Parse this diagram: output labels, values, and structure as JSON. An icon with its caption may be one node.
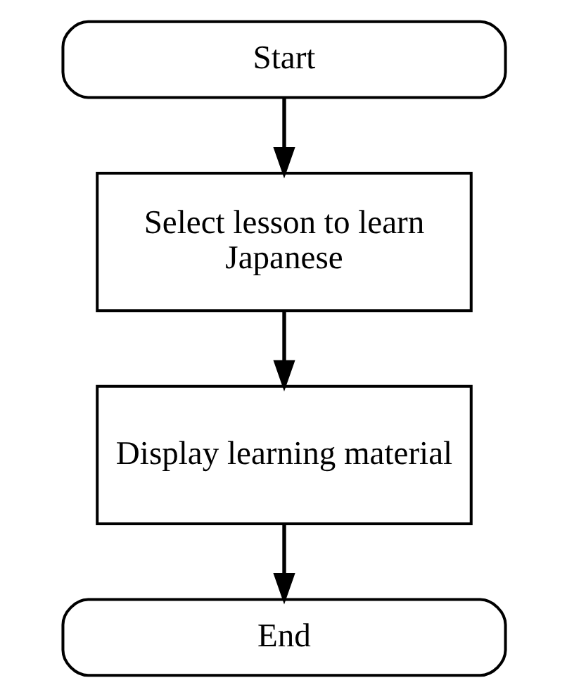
{
  "diagram": {
    "nodes": [
      {
        "text": [
          "Start"
        ]
      },
      {
        "text": [
          "Select lesson to learn Japanese"
        ]
      },
      {
        "text": [
          "Display learning material"
        ]
      },
      {
        "text": [
          "End"
        ]
      }
    ],
    "edges": [
      {
        "from": 0,
        "to": 1,
        "arrow": "to"
      },
      {
        "from": 1,
        "to": 2,
        "arrow": "to"
      },
      {
        "from": 2,
        "to": 3,
        "arrow": "to"
      }
    ]
  }
}
